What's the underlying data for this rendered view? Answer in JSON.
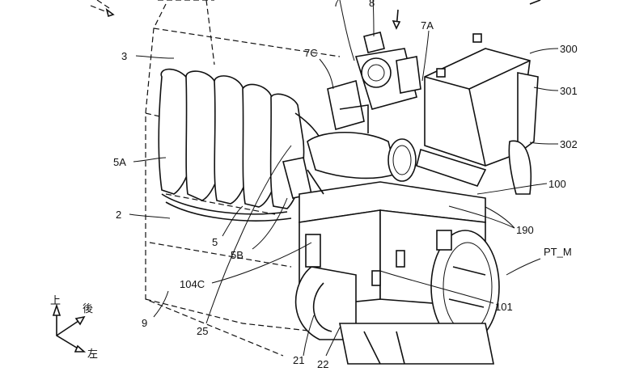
{
  "labels": {
    "l3": "3",
    "l5A": "5A",
    "l2": "2",
    "l5": "5",
    "l5B": "5B",
    "l104C": "104C",
    "l9": "9",
    "l25": "25",
    "l21": "21",
    "l22": "22",
    "l7": "7",
    "l8": "8",
    "l7C": "7C",
    "l7A": "7A",
    "l300": "300",
    "l301": "301",
    "l302": "302",
    "l100": "100",
    "l190": "190",
    "lPTM": "PT_M",
    "l101": "101"
  },
  "axes": {
    "up": "上",
    "back": "後",
    "left": "左"
  }
}
